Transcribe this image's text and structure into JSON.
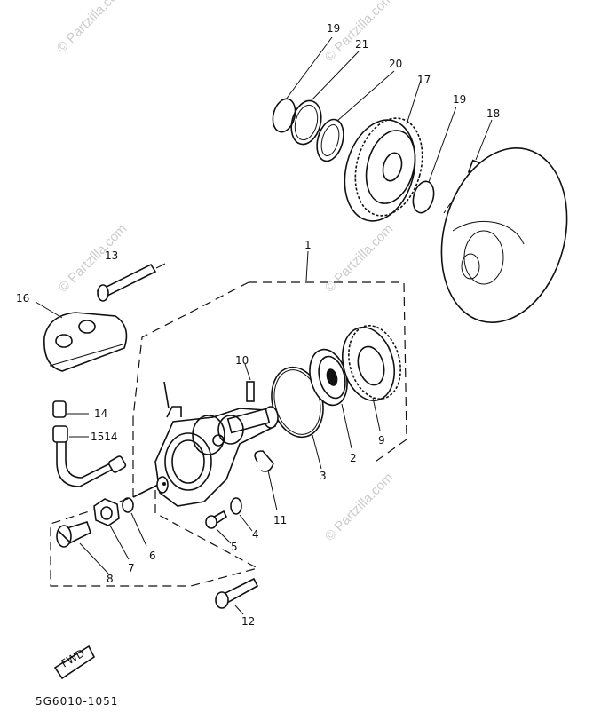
{
  "watermarks": [
    "© Partzilla.com",
    "© Partzilla.com",
    "© Partzilla.com",
    "© Partzilla.com",
    "© Partzilla.com"
  ],
  "callouts": [
    "19",
    "21",
    "20",
    "17",
    "19",
    "18",
    "1",
    "13",
    "16",
    "10",
    "14",
    "1514",
    "2",
    "9",
    "3",
    "11",
    "4",
    "5",
    "6",
    "7",
    "8",
    "12"
  ],
  "fwd_label": "FWD",
  "catalog_code": "5G6010-1051"
}
